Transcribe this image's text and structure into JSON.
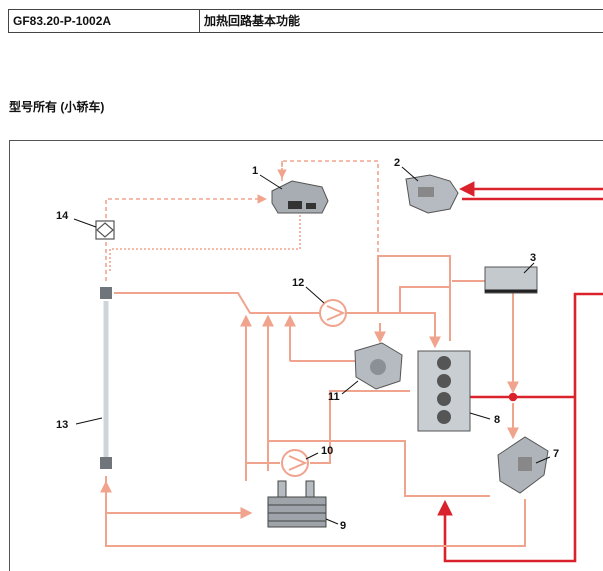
{
  "header": {
    "code": "GF83.20-P-1002A",
    "title": "加热回路基本功能"
  },
  "model_line": "型号所有 (小轿车)",
  "diagram": {
    "callouts": [
      "1",
      "2",
      "3",
      "7",
      "8",
      "9",
      "10",
      "11",
      "12",
      "13",
      "14"
    ],
    "colors": {
      "coolant_cold": "#f0a48e",
      "coolant_hot": "#d9222b",
      "vent_line": "#f0a48e",
      "component": "#9aa0a6"
    }
  }
}
